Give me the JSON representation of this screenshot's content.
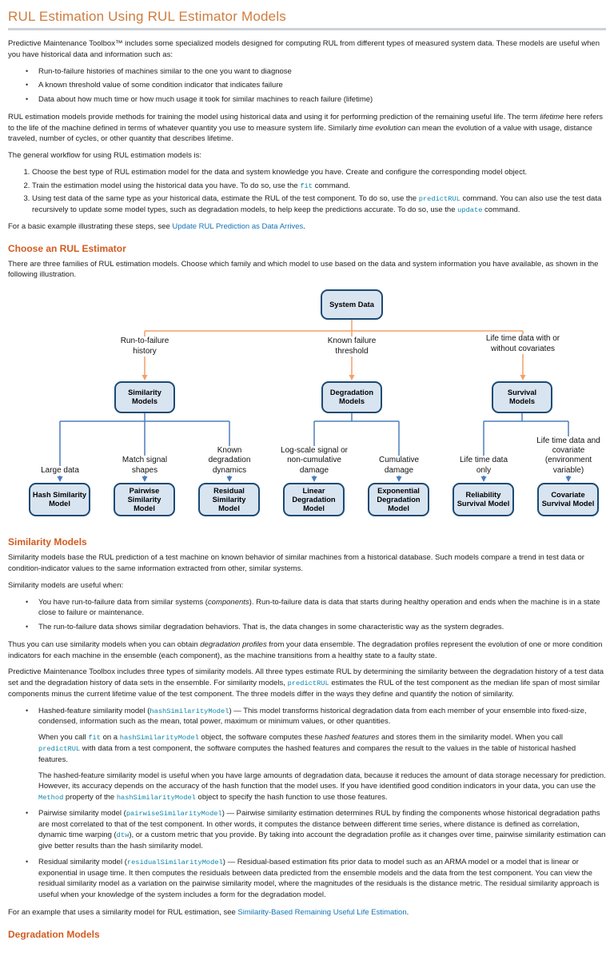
{
  "title": "RUL Estimation Using RUL Estimator Models",
  "colors": {
    "heading_h1": "#cf7c3e",
    "heading_h2": "#d05c20",
    "link": "#1274b8",
    "inline_code": "#0f86ac",
    "flowchart_level1_connector": "#f1a169",
    "flowchart_level2_connector": "#4d7ebe",
    "flowchart_node_fill": "#d9e4f1",
    "flowchart_node_border": "#1b4a73"
  },
  "intro": {
    "p1": [
      {
        "t": "text",
        "s": "Predictive Maintenance Toolbox™ includes some specialized models designed for computing RUL from different types of measured system data. These models are useful when you have historical data and information such as:"
      }
    ],
    "bullets": [
      [
        {
          "t": "text",
          "s": "Run-to-failure histories of machines similar to the one you want to diagnose"
        }
      ],
      [
        {
          "t": "text",
          "s": "A known threshold value of some condition indicator that indicates failure"
        }
      ],
      [
        {
          "t": "text",
          "s": "Data about how much time or how much usage it took for similar machines to reach failure (lifetime)"
        }
      ]
    ],
    "p2": [
      {
        "t": "text",
        "s": "RUL estimation models provide methods for training the model using historical data and using it for performing prediction of the remaining useful life. The term "
      },
      {
        "t": "em",
        "s": "lifetime"
      },
      {
        "t": "text",
        "s": " here refers to the life of the machine defined in terms of whatever quantity you use to measure system life. Similarly "
      },
      {
        "t": "em",
        "s": "time evolution"
      },
      {
        "t": "text",
        "s": " can mean the evolution of a value with usage, distance traveled, number of cycles, or other quantity that describes lifetime."
      }
    ],
    "workflow_intro": [
      {
        "t": "text",
        "s": "The general workflow for using RUL estimation models is:"
      }
    ],
    "steps": [
      [
        {
          "t": "text",
          "s": "Choose the best type of RUL estimation model for the data and system knowledge you have. Create and configure the corresponding model object."
        }
      ],
      [
        {
          "t": "text",
          "s": "Train the estimation model using the historical data you have. To do so, use the "
        },
        {
          "t": "code",
          "s": "fit"
        },
        {
          "t": "text",
          "s": " command."
        }
      ],
      [
        {
          "t": "text",
          "s": "Using test data of the same type as your historical data, estimate the RUL of the test component. To do so, use the "
        },
        {
          "t": "code",
          "s": "predictRUL"
        },
        {
          "t": "text",
          "s": " command. You can also use the test data recursively to update some model types, such as degradation models, to help keep the predictions accurate. To do so, use the "
        },
        {
          "t": "code",
          "s": "update"
        },
        {
          "t": "text",
          "s": " command."
        }
      ]
    ],
    "example_note": [
      {
        "t": "text",
        "s": "For a basic example illustrating these steps, see "
      },
      {
        "t": "link",
        "s": "Update RUL Prediction as Data Arrives"
      },
      {
        "t": "text",
        "s": "."
      }
    ]
  },
  "choose": {
    "heading": "Choose an RUL Estimator",
    "p": [
      {
        "t": "text",
        "s": "There are three families of RUL estimation models. Choose which family and which model to use based on the data and system information you have available, as shown in the following illustration."
      }
    ]
  },
  "diagram": {
    "root": "System Data",
    "branches": [
      {
        "condition": "Run-to-failure history",
        "family": "Similarity Models"
      },
      {
        "condition": "Known failure threshold",
        "family": "Degradation Models"
      },
      {
        "condition": "Life time data with or without covariates",
        "family": "Survival Models"
      }
    ],
    "leaves": [
      {
        "condition": "Large data",
        "model": "Hash Similarity Model"
      },
      {
        "condition": "Match signal shapes",
        "model": "Pairwise Similarity Model"
      },
      {
        "condition": "Known degradation dynamics",
        "model": "Residual Similarity Model"
      },
      {
        "condition": "Log-scale signal or non-cumulative damage",
        "model": "Linear Degradation Model"
      },
      {
        "condition": "Cumulative damage",
        "model": "Exponential Degradation Model"
      },
      {
        "condition": "Life time data only",
        "model": "Reliability Survival Model"
      },
      {
        "condition": "Life time data and covariate (environment variable)",
        "model": "Covariate Survival Model"
      }
    ]
  },
  "similarity": {
    "heading": "Similarity Models",
    "p1": [
      {
        "t": "text",
        "s": "Similarity models base the RUL prediction of a test machine on known behavior of similar machines from a historical database. Such models compare a trend in test data or condition-indicator values to the same information extracted from other, similar systems."
      }
    ],
    "p2": [
      {
        "t": "text",
        "s": "Similarity models are useful when:"
      }
    ],
    "bullets": [
      [
        {
          "t": "text",
          "s": "You have run-to-failure data from similar systems ("
        },
        {
          "t": "em",
          "s": "components"
        },
        {
          "t": "text",
          "s": "). Run-to-failure data is data that starts during healthy operation and ends when the machine is in a state close to failure or maintenance."
        }
      ],
      [
        {
          "t": "text",
          "s": "The run-to-failure data shows similar degradation behaviors. That is, the data changes in some characteristic way as the system degrades."
        }
      ]
    ],
    "p3": [
      {
        "t": "text",
        "s": "Thus you can use similarity models when you can obtain "
      },
      {
        "t": "em",
        "s": "degradation profiles"
      },
      {
        "t": "text",
        "s": " from your data ensemble. The degradation profiles represent the evolution of one or more condition indicators for each machine in the ensemble (each component), as the machine transitions from a healthy state to a faulty state."
      }
    ],
    "p4": [
      {
        "t": "text",
        "s": "Predictive Maintenance Toolbox includes three types of similarity models. All three types estimate RUL by determining the similarity between the degradation history of a test data set and the degradation history of data sets in the ensemble. For similarity models, "
      },
      {
        "t": "code",
        "s": "predictRUL"
      },
      {
        "t": "text",
        "s": " estimates the RUL of the test component as the median life span of most similar components minus the current lifetime value of the test component. The three models differ in the ways they define and quantify the notion of similarity."
      }
    ],
    "models": [
      {
        "paras": [
          [
            {
              "t": "text",
              "s": "Hashed-feature similarity model ("
            },
            {
              "t": "code",
              "s": "hashSimilarityModel"
            },
            {
              "t": "text",
              "s": ") — This model transforms historical degradation data from each member of your ensemble into fixed-size, condensed, information such as the mean, total power, maximum or minimum values, or other quantities."
            }
          ],
          [
            {
              "t": "text",
              "s": "When you call "
            },
            {
              "t": "code",
              "s": "fit"
            },
            {
              "t": "text",
              "s": " on a "
            },
            {
              "t": "code",
              "s": "hashSimilarityModel"
            },
            {
              "t": "text",
              "s": " object, the software computes these "
            },
            {
              "t": "em",
              "s": "hashed features"
            },
            {
              "t": "text",
              "s": " and stores them in the similarity model. When you call "
            },
            {
              "t": "code",
              "s": "predictRUL"
            },
            {
              "t": "text",
              "s": " with data from a test component, the software computes the hashed features and compares the result to the values in the table of historical hashed features."
            }
          ],
          [
            {
              "t": "text",
              "s": "The hashed-feature similarity model is useful when you have large amounts of degradation data, because it reduces the amount of data storage necessary for prediction. However, its accuracy depends on the accuracy of the hash function that the model uses. If you have identified good condition indicators in your data, you can use the "
            },
            {
              "t": "code",
              "s": "Method"
            },
            {
              "t": "text",
              "s": " property of the "
            },
            {
              "t": "code",
              "s": "hashSimilarityModel"
            },
            {
              "t": "text",
              "s": " object to specify the hash function to use those features."
            }
          ]
        ]
      },
      {
        "paras": [
          [
            {
              "t": "text",
              "s": "Pairwise similarity model ("
            },
            {
              "t": "code",
              "s": "pairwiseSimilarityModel"
            },
            {
              "t": "text",
              "s": ") — Pairwise similarity estimation determines RUL by finding the components whose historical degradation paths are most correlated to that of the test component. In other words, it computes the distance between different time series, where distance is defined as correlation, dynamic time warping ("
            },
            {
              "t": "code",
              "s": "dtw"
            },
            {
              "t": "text",
              "s": "), or a custom metric that you provide. By taking into account the degradation profile as it changes over time, pairwise similarity estimation can give better results than the hash similarity model."
            }
          ]
        ]
      },
      {
        "paras": [
          [
            {
              "t": "text",
              "s": "Residual similarity model ("
            },
            {
              "t": "code",
              "s": "residualSimilarityModel"
            },
            {
              "t": "text",
              "s": ") — Residual-based estimation fits prior data to model such as an ARMA model or a model that is linear or exponential in usage time. It then computes the residuals between data predicted from the ensemble models and the data from the test component. You can view the residual similarity model as a variation on the pairwise similarity model, where the magnitudes of the residuals is the distance metric. The residual similarity approach is useful when your knowledge of the system includes a form for the degradation model."
            }
          ]
        ]
      }
    ],
    "example_note": [
      {
        "t": "text",
        "s": "For an example that uses a similarity model for RUL estimation, see "
      },
      {
        "t": "link",
        "s": "Similarity-Based Remaining Useful Life Estimation"
      },
      {
        "t": "text",
        "s": "."
      }
    ]
  },
  "degradation": {
    "heading": "Degradation Models"
  }
}
